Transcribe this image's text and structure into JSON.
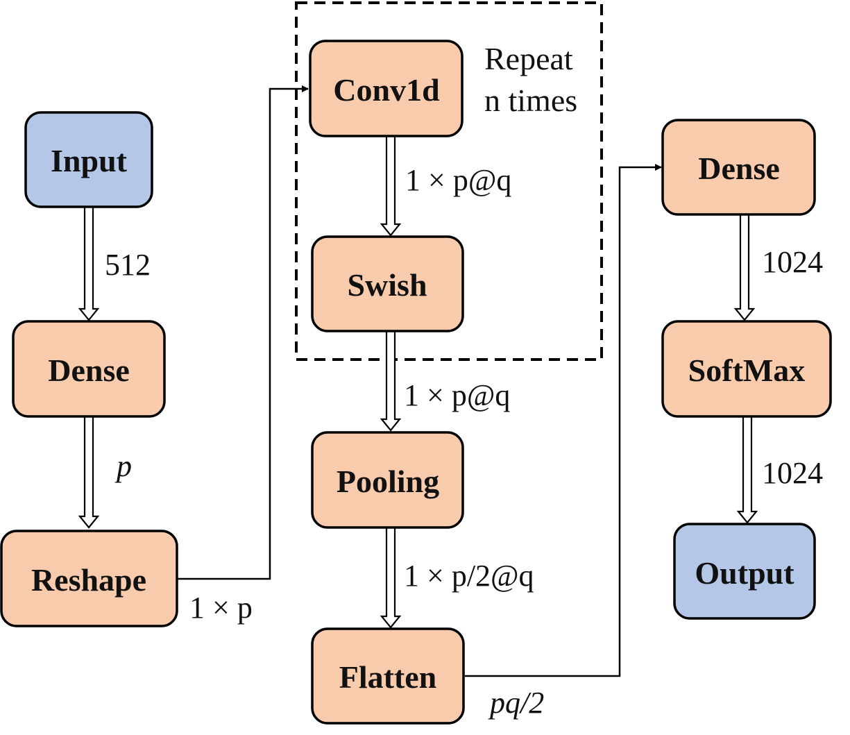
{
  "colors": {
    "orange": "#f8cbad",
    "blue": "#b4c7e7",
    "stroke": "#000000"
  },
  "nodes": {
    "input": "Input",
    "dense_left": "Dense",
    "reshape": "Reshape",
    "conv1d": "Conv1d",
    "swish": "Swish",
    "pooling": "Pooling",
    "flatten": "Flatten",
    "dense_right": "Dense",
    "softmax": "SoftMax",
    "output": "Output"
  },
  "repeat_note": {
    "line1": "Repeat",
    "line2": "n times"
  },
  "edge_labels": {
    "input_dense": "512",
    "dense_reshape": "p",
    "reshape_conv": "1 × p",
    "conv_swish": "1 × p@q",
    "swish_pooling": "1 × p@q",
    "pooling_flatten": "1 × p/2@q",
    "flatten_dense": "pq/2",
    "dense_softmax": "1024",
    "softmax_output": "1024"
  }
}
